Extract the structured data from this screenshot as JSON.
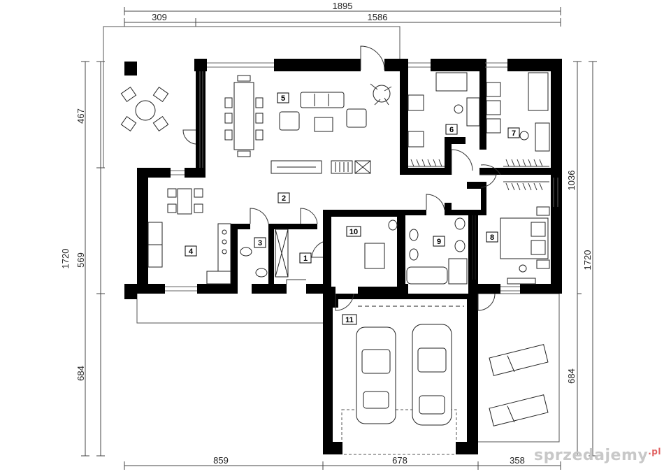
{
  "dimensions": {
    "top_total": "1895",
    "top_left": "309",
    "top_right": "1586",
    "left_total": "1720",
    "left_a": "467",
    "left_b": "569",
    "left_c": "684",
    "right_total": "1720",
    "right_a": "1036",
    "right_b": "684",
    "bottom_a": "859",
    "bottom_b": "678",
    "bottom_c": "358"
  },
  "rooms": [
    "1",
    "2",
    "3",
    "4",
    "5",
    "6",
    "7",
    "8",
    "9",
    "10",
    "11"
  ],
  "watermark": {
    "text": "sprzedajemy",
    "suffix": ".pl"
  },
  "colors": {
    "wall": "#000000",
    "line": "#555555",
    "background": "#ffffff"
  }
}
